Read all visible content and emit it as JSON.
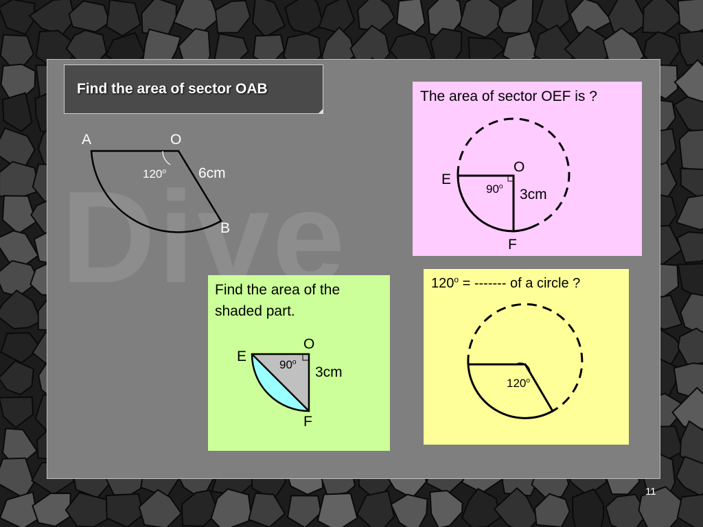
{
  "slide": {
    "title": "Find the area of sector OAB",
    "watermark": "Dive",
    "page_number": "11"
  },
  "diagram_oab": {
    "label_a": "A",
    "label_o": "O",
    "label_b": "B",
    "angle": "120",
    "angle_unit": "o",
    "radius": "6cm"
  },
  "pink_panel": {
    "question": "The area of sector OEF is ?",
    "label_o": "O",
    "label_e": "E",
    "label_f": "F",
    "angle": "90",
    "angle_unit": "o",
    "radius": "3cm",
    "color": "#ffccff"
  },
  "green_panel": {
    "question_line1": "Find the area of the",
    "question_line2": "shaded part.",
    "label_o": "O",
    "label_e": "E",
    "label_f": "F",
    "angle": "90",
    "angle_unit": "o",
    "radius": "3cm",
    "color": "#ccff99",
    "shade_color": "#99ffff"
  },
  "yellow_panel": {
    "question_prefix": "120",
    "question_unit": "o",
    "question_suffix": " = ------- of a circle ?",
    "angle": "120",
    "angle_unit": "o",
    "color": "#ffff99"
  }
}
